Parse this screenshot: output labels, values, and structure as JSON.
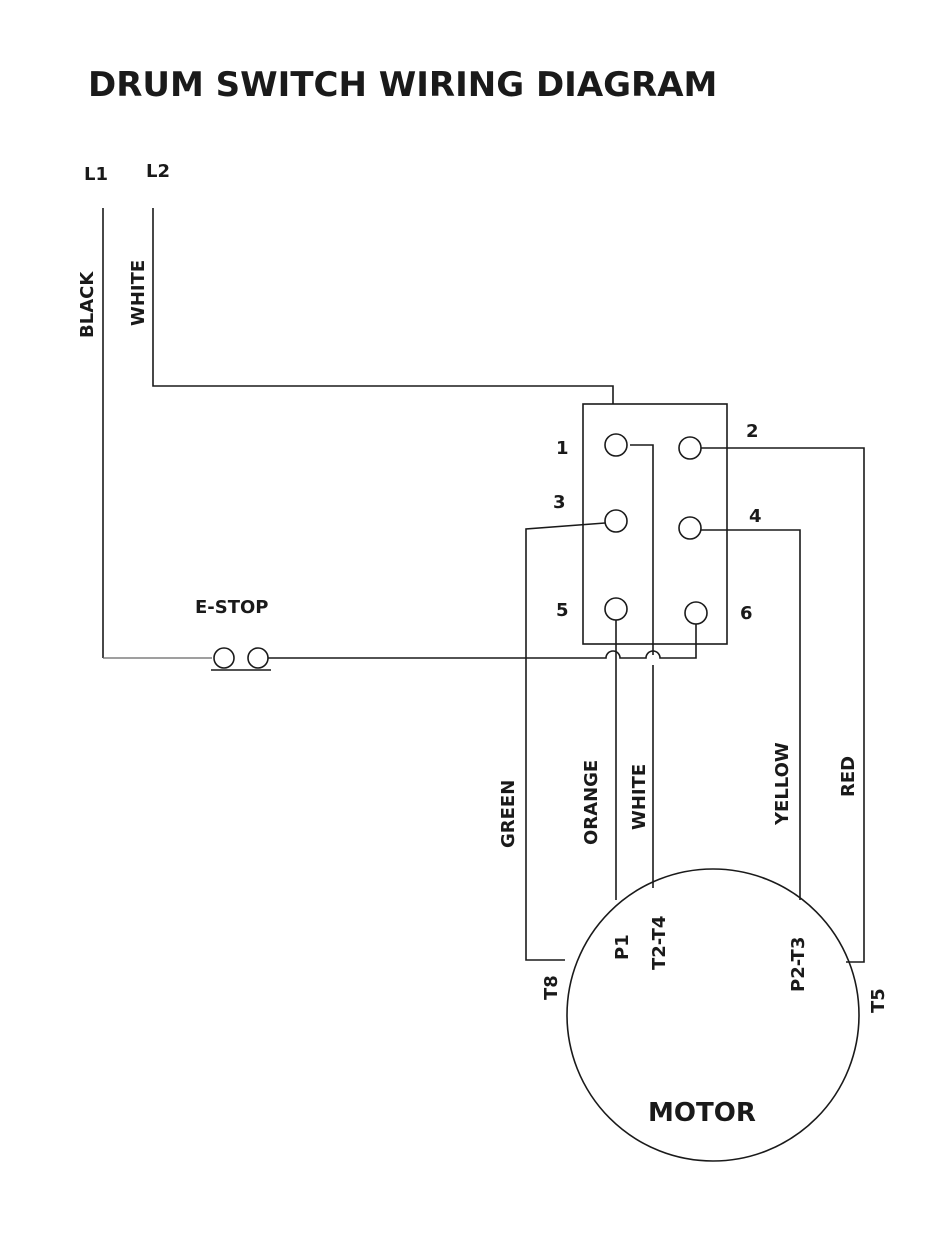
{
  "title": "DRUM SWITCH WIRING DIAGRAM",
  "lines": {
    "l1": "L1",
    "l2": "L2"
  },
  "wires": {
    "black": "BLACK",
    "white_line": "WHITE",
    "green": "GREEN",
    "orange": "ORANGE",
    "white_motor": "WHITE",
    "yellow": "YELLOW",
    "red": "RED"
  },
  "estop": "E-STOP",
  "terminals": [
    "1",
    "2",
    "3",
    "4",
    "5",
    "6"
  ],
  "motor": {
    "label": "MOTOR",
    "leads": {
      "t8": "T8",
      "p1": "P1",
      "t2t4": "T2-T4",
      "p2t3": "P2-T3",
      "t5": "T5"
    }
  }
}
